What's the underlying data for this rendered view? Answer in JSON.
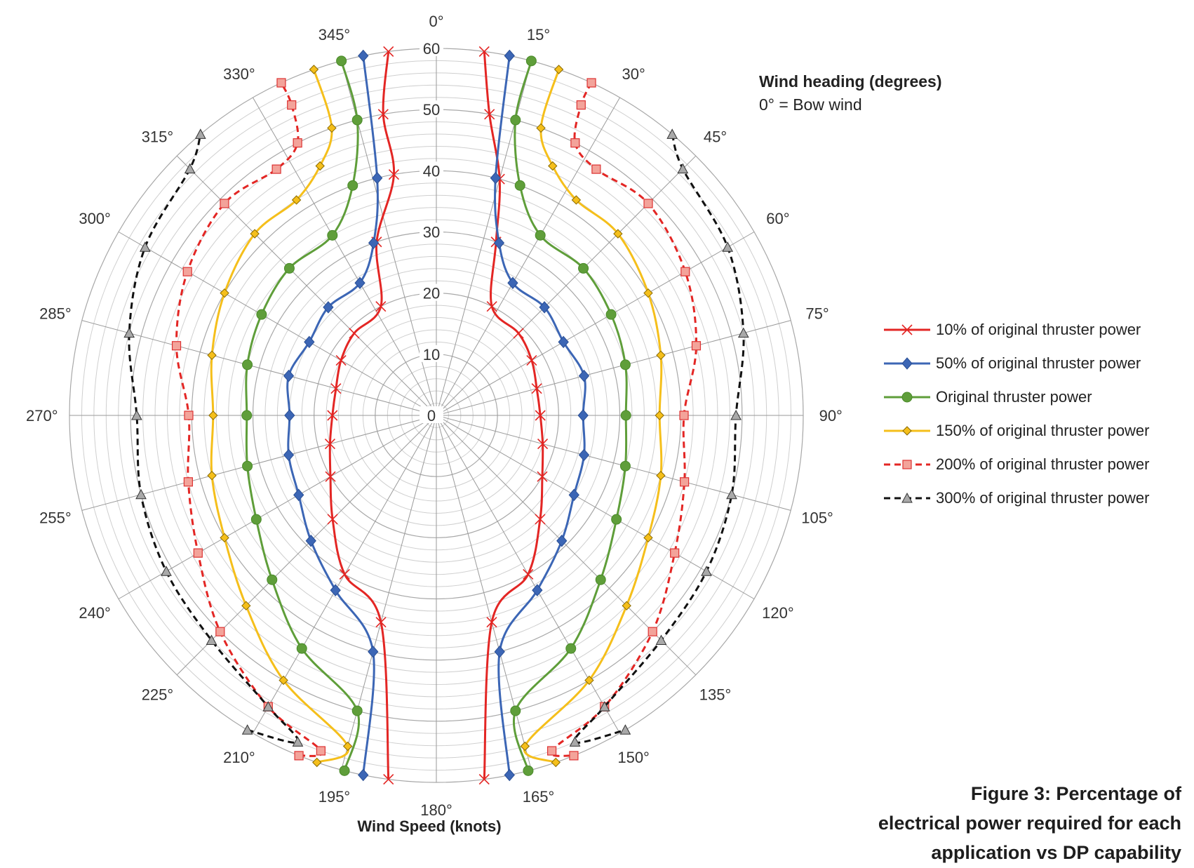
{
  "chart_data": {
    "type": "polar-line",
    "title": "",
    "angle_label": "Wind heading (degrees)",
    "angle_note": "0° = Bow wind",
    "radial_label": "Wind Speed (knots)",
    "radial_range": [
      0,
      60
    ],
    "radial_ticks": [
      0,
      10,
      20,
      30,
      40,
      50,
      60
    ],
    "minor_radial_step": 2,
    "grid": true,
    "legend_position": "right",
    "angle_ticks": [
      "0°",
      "15°",
      "30°",
      "45°",
      "60°",
      "75°",
      "90°",
      "105°",
      "120°",
      "135°",
      "150°",
      "165°",
      "180°",
      "195°",
      "210°",
      "225°",
      "240°",
      "255°",
      "270°",
      "285°",
      "300°",
      "315°",
      "330°",
      "345°"
    ],
    "angles_deg": [
      0,
      15,
      30,
      45,
      60,
      75,
      90,
      105,
      120,
      135,
      150,
      165,
      180,
      195,
      210,
      225,
      240,
      255,
      270,
      285,
      300,
      315,
      330,
      345
    ],
    "series": [
      {
        "name": "10% of original thruster power",
        "color": "#e32624",
        "dash": "solid",
        "marker": "x",
        "points": [
          [
            7.5,
            60
          ],
          [
            10,
            50
          ],
          [
            15,
            40
          ],
          [
            19,
            30
          ],
          [
            27,
            20
          ],
          [
            45,
            19
          ],
          [
            60,
            18
          ],
          [
            75,
            17
          ],
          [
            90,
            17
          ],
          [
            105,
            18
          ],
          [
            120,
            20
          ],
          [
            135,
            24
          ],
          [
            150,
            30
          ],
          [
            165,
            35
          ],
          [
            172.5,
            60
          ],
          [
            187.5,
            60
          ],
          [
            195,
            35
          ],
          [
            210,
            30
          ],
          [
            225,
            24
          ],
          [
            240,
            20
          ],
          [
            255,
            18
          ],
          [
            270,
            17
          ],
          [
            285,
            17
          ],
          [
            300,
            18
          ],
          [
            315,
            19
          ],
          [
            333,
            20
          ],
          [
            341,
            30
          ],
          [
            350,
            40
          ],
          [
            350,
            50
          ],
          [
            352.5,
            60
          ]
        ]
      },
      {
        "name": "50% of original thruster power",
        "color": "#3c66b5",
        "dash": "solid",
        "marker": "diamond",
        "points": [
          [
            11.5,
            60
          ],
          [
            14,
            40
          ],
          [
            20,
            30
          ],
          [
            30,
            25
          ],
          [
            45,
            25
          ],
          [
            60,
            24
          ],
          [
            75,
            25
          ],
          [
            90,
            24
          ],
          [
            105,
            25
          ],
          [
            120,
            26
          ],
          [
            135,
            29
          ],
          [
            150,
            33
          ],
          [
            165,
            40
          ],
          [
            168.5,
            60
          ],
          [
            191.5,
            60
          ],
          [
            195,
            40
          ],
          [
            210,
            33
          ],
          [
            225,
            29
          ],
          [
            240,
            26
          ],
          [
            255,
            25
          ],
          [
            270,
            24
          ],
          [
            285,
            25
          ],
          [
            300,
            24
          ],
          [
            315,
            25
          ],
          [
            330,
            25
          ],
          [
            340,
            30
          ],
          [
            346,
            40
          ],
          [
            348.5,
            60
          ]
        ]
      },
      {
        "name": "Original thruster power",
        "color": "#5f9e3a",
        "dash": "solid",
        "marker": "circle",
        "points": [
          [
            15,
            60
          ],
          [
            15,
            50
          ],
          [
            20,
            40
          ],
          [
            30,
            34
          ],
          [
            45,
            34
          ],
          [
            60,
            33
          ],
          [
            75,
            32
          ],
          [
            90,
            31
          ],
          [
            105,
            32
          ],
          [
            120,
            34
          ],
          [
            135,
            38
          ],
          [
            150,
            44
          ],
          [
            165,
            50
          ],
          [
            165.5,
            60
          ],
          [
            194.5,
            60
          ],
          [
            195,
            50
          ],
          [
            210,
            44
          ],
          [
            225,
            38
          ],
          [
            240,
            34
          ],
          [
            255,
            32
          ],
          [
            270,
            31
          ],
          [
            285,
            32
          ],
          [
            300,
            33
          ],
          [
            315,
            34
          ],
          [
            330,
            34
          ],
          [
            340,
            40
          ],
          [
            345,
            50
          ],
          [
            345,
            60
          ]
        ]
      },
      {
        "name": "150% of original thruster power",
        "color": "#f5bf1b",
        "dash": "solid",
        "marker": "diamond-small",
        "points": [
          [
            19.5,
            60
          ],
          [
            20,
            50
          ],
          [
            25,
            45
          ],
          [
            33,
            42
          ],
          [
            45,
            42
          ],
          [
            60,
            40
          ],
          [
            75,
            38
          ],
          [
            90,
            36.5
          ],
          [
            105,
            38
          ],
          [
            120,
            40
          ],
          [
            135,
            44
          ],
          [
            150,
            50
          ],
          [
            165,
            56
          ],
          [
            161,
            60
          ],
          [
            199,
            60
          ],
          [
            195,
            56
          ],
          [
            210,
            50
          ],
          [
            225,
            44
          ],
          [
            240,
            40
          ],
          [
            255,
            38
          ],
          [
            270,
            36.5
          ],
          [
            285,
            38
          ],
          [
            300,
            40
          ],
          [
            315,
            42
          ],
          [
            327,
            42
          ],
          [
            335,
            45
          ],
          [
            340,
            50
          ],
          [
            340.5,
            60
          ]
        ]
      },
      {
        "name": "200% of original thruster power",
        "color": "#e32624",
        "dash": "dash",
        "marker": "square",
        "points": [
          [
            25,
            60
          ],
          [
            25,
            56
          ],
          [
            27,
            50
          ],
          [
            33,
            48
          ],
          [
            45,
            49
          ],
          [
            60,
            47
          ],
          [
            75,
            44
          ],
          [
            90,
            40.5
          ],
          [
            105,
            42
          ],
          [
            120,
            45
          ],
          [
            135,
            50
          ],
          [
            150,
            55
          ],
          [
            161,
            58
          ],
          [
            158,
            60
          ],
          [
            202,
            60
          ],
          [
            199,
            58
          ],
          [
            210,
            55
          ],
          [
            225,
            50
          ],
          [
            240,
            45
          ],
          [
            255,
            42
          ],
          [
            270,
            40.5
          ],
          [
            285,
            44
          ],
          [
            300,
            47
          ],
          [
            315,
            49
          ],
          [
            327,
            48
          ],
          [
            333,
            50
          ],
          [
            335,
            56
          ],
          [
            335,
            60
          ]
        ]
      },
      {
        "name": "300% of original thruster power",
        "color": "#111111",
        "dash": "dash",
        "marker": "triangle",
        "points": [
          [
            40,
            60
          ],
          [
            45,
            57
          ],
          [
            60,
            55
          ],
          [
            75,
            52
          ],
          [
            90,
            49
          ],
          [
            105,
            50
          ],
          [
            120,
            51
          ],
          [
            135,
            52
          ],
          [
            150,
            55
          ],
          [
            157,
            58
          ],
          [
            149,
            60
          ],
          [
            211,
            60
          ],
          [
            203,
            58
          ],
          [
            210,
            55
          ],
          [
            225,
            52
          ],
          [
            240,
            51
          ],
          [
            255,
            50
          ],
          [
            270,
            49
          ],
          [
            285,
            52
          ],
          [
            300,
            55
          ],
          [
            315,
            57
          ],
          [
            320,
            60
          ]
        ]
      }
    ]
  },
  "caption": {
    "line1": "Figure 3:  Percentage of",
    "line2": "electrical power required for each",
    "line3": "application vs DP capability"
  }
}
